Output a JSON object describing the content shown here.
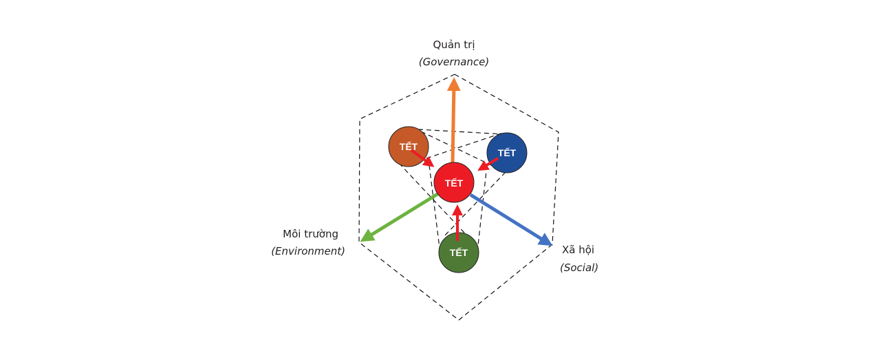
{
  "axes": {
    "governance": {
      "label": "Quản trị",
      "sublabel": "(Governance)",
      "color": "#ee7d31"
    },
    "environment": {
      "label": "Môi trường",
      "sublabel": "(Environment)",
      "color": "#6db33f"
    },
    "social": {
      "label": "Xã hội",
      "sublabel": "(Social)",
      "color": "#4472c4"
    }
  },
  "nodes": {
    "center": {
      "label": "TẾT",
      "color": "#ed1c24"
    },
    "governance": {
      "label": "TẾT",
      "color": "#c55a28"
    },
    "social": {
      "label": "TẾT",
      "color": "#1f4e99"
    },
    "environment": {
      "label": "TẾT",
      "color": "#4e7a35"
    }
  },
  "arrow_color": "#ed1c24"
}
